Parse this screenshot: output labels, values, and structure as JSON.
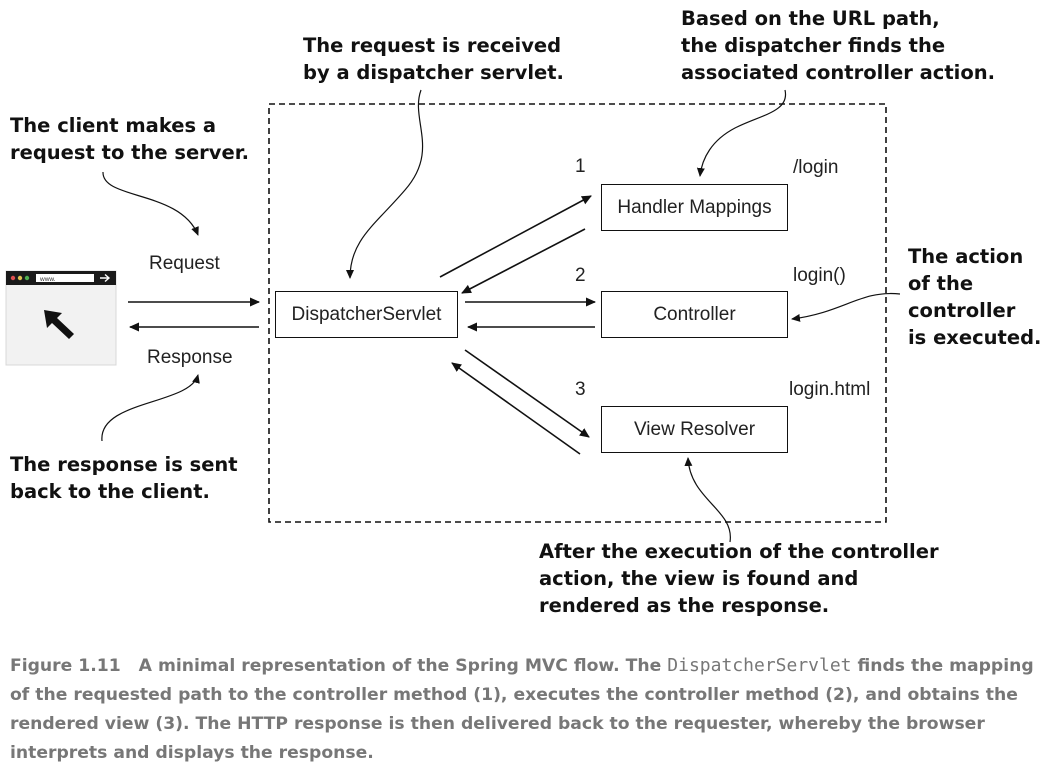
{
  "notes": {
    "received": [
      "The request is received",
      "by a dispatcher servlet."
    ],
    "url_path": [
      "Based on the URL path,",
      "the dispatcher finds the",
      "associated controller action."
    ],
    "client": [
      "The client makes a",
      "request to the server."
    ],
    "action": [
      "The action",
      "of the",
      "controller",
      "is executed."
    ],
    "response_sent": [
      "The response is sent",
      "back to the client."
    ],
    "after_exec": [
      "After the execution of the controller",
      "action, the view is found and",
      "rendered as the response."
    ]
  },
  "labels": {
    "request": "Request",
    "response": "Response",
    "step1": "1",
    "step2": "2",
    "step3": "3",
    "path_login": "/login",
    "method_login": "login()",
    "view_login": "login.html"
  },
  "boxes": {
    "dispatcher": "DispatcherServlet",
    "handler": "Handler Mappings",
    "controller": "Controller",
    "view_resolver": "View Resolver"
  },
  "browser": {
    "address_text": "www."
  },
  "caption": {
    "prefix": "Figure 1.11",
    "part1": "A minimal representation of the Spring MVC flow. The ",
    "code": "DispatcherServlet",
    "part2": " finds the mapping of the requested path to the controller method (1), executes the controller method (2), and obtains the rendered view (3). The HTTP response is then delivered back to the requester, whereby the browser interprets and displays the response."
  }
}
